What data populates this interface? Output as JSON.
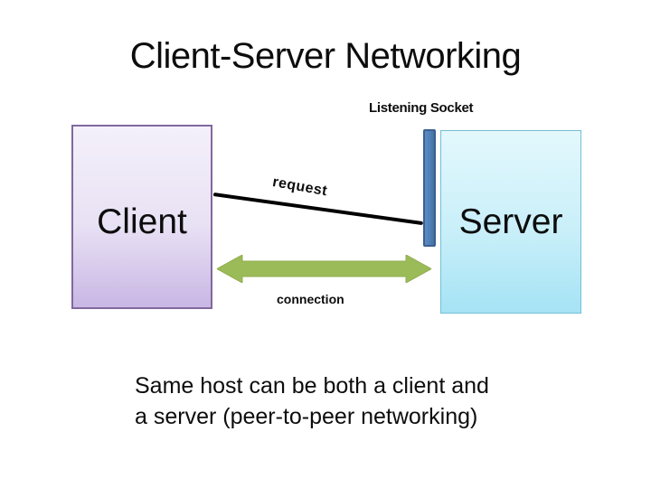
{
  "slide": {
    "title": "Client-Server Networking",
    "diagram": {
      "listening_socket_label": "Listening Socket",
      "client_label": "Client",
      "server_label": "Server",
      "request_label": "request",
      "connection_label": "connection"
    },
    "footer": {
      "line1": "Same host can be both a client and",
      "line2": "a server (peer-to-peer networking)"
    },
    "colors": {
      "text_black": "#0d0d0d",
      "client_fill_top": "#f4f0fa",
      "client_fill_bottom": "#c9b6e4",
      "client_border": "#80699e",
      "server_fill_top": "#e3f8fd",
      "server_fill_bottom": "#a5e3f5",
      "server_border": "#74bfd6",
      "socket_fill": "#4e7fb7",
      "socket_border": "#3a608f",
      "arrow_green": "#9bbb59",
      "arrow_green_edge": "#90ad50",
      "line_black": "#000000"
    }
  }
}
